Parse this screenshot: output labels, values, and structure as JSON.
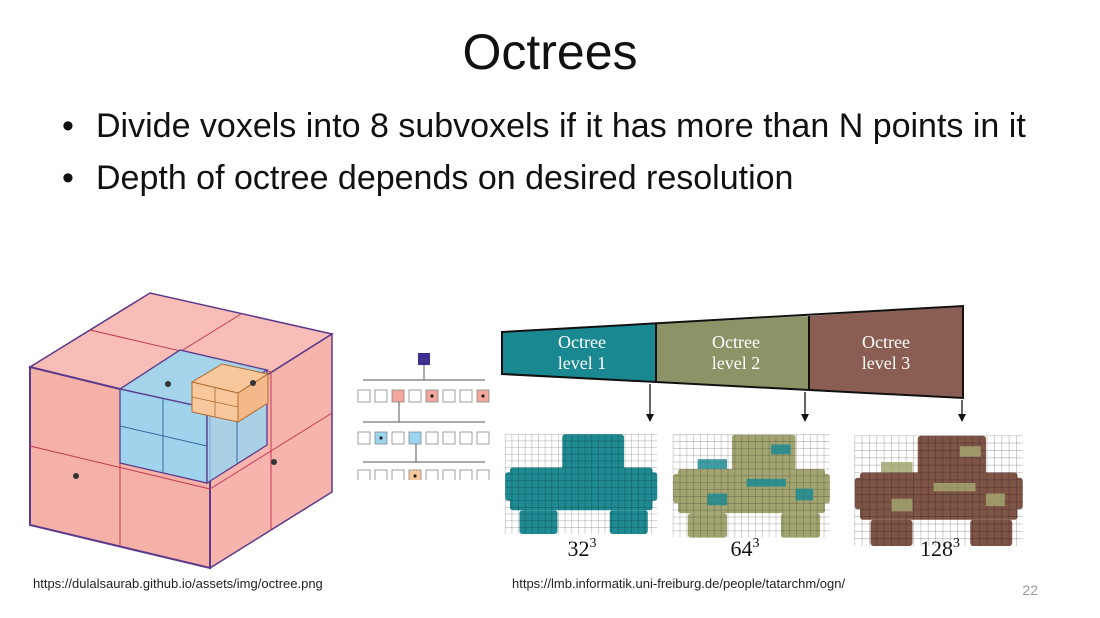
{
  "slide": {
    "title": "Octrees",
    "bullets": [
      "Divide voxels into 8 subvoxels if it has more than N points in it",
      "Depth of octree depends on desired resolution"
    ],
    "bullet_glyph": "•",
    "sources": {
      "left": "https://dulalsaurab.github.io/assets/img/octree.png",
      "right": "https://lmb.informatik.uni-freiburg.de/people/tatarchm/ogn/"
    },
    "page_number": "22"
  },
  "figure_ogn": {
    "levels": [
      {
        "line1": "Octree",
        "line2": "level 1",
        "color": "#1a8890"
      },
      {
        "line1": "Octree",
        "line2": "level 2",
        "color": "#8c9366"
      },
      {
        "line1": "Octree",
        "line2": "level 3",
        "color": "#8a5e52"
      }
    ],
    "resolutions": [
      {
        "base": "32",
        "exp": "3"
      },
      {
        "base": "64",
        "exp": "3"
      },
      {
        "base": "128",
        "exp": "3"
      }
    ]
  },
  "colors": {
    "cube_red": "#f4a79d",
    "cube_blue": "#9bd5ef",
    "cube_orange": "#f8c79c",
    "cube_edge": "#5b3a8c",
    "tree_root": "#3d2e91",
    "car_teal": "#1f8a92",
    "car_olive": "#a3a571",
    "car_brown": "#7e5447"
  }
}
